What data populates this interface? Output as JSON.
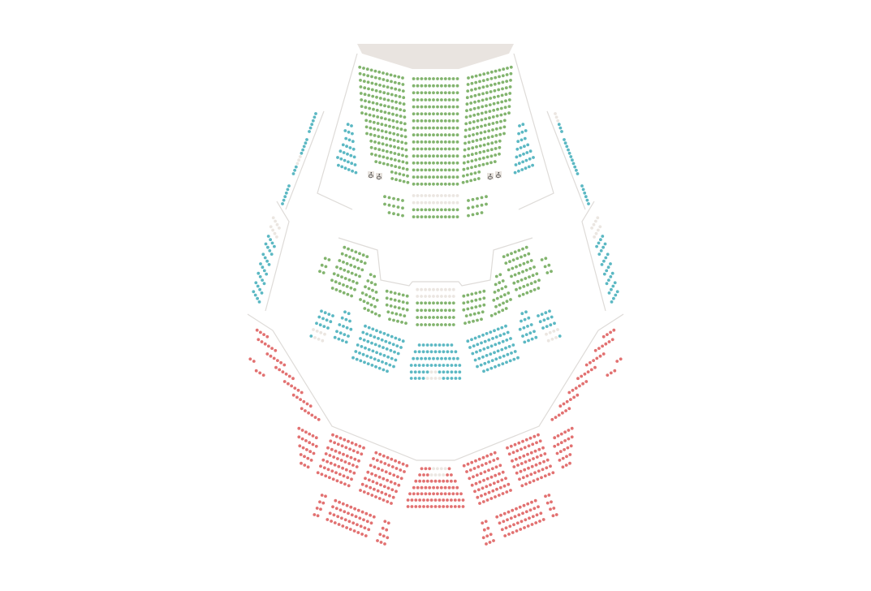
{
  "venue": {
    "stage_label": "",
    "accessible_icon": "wheelchair-icon"
  },
  "categories": {
    "green": {
      "color": "#82b46e"
    },
    "teal": {
      "color": "#5bb8c3"
    },
    "red": {
      "color": "#e27171"
    },
    "unavailable": {
      "color": "#ebe6e1"
    },
    "stage": {
      "color": "#e9e4e0"
    }
  },
  "sections": [
    {
      "id": "stalls-left",
      "side": "left",
      "category": "green",
      "rows": [
        12,
        12,
        12,
        12,
        12,
        12,
        12,
        12,
        11,
        11,
        11,
        10,
        10,
        10,
        9,
        5,
        5
      ]
    },
    {
      "id": "stalls-left",
      "side": "right",
      "category": "green",
      "rows": [
        12,
        12,
        12,
        12,
        12,
        12,
        12,
        12,
        11,
        11,
        11,
        10,
        10,
        10,
        9,
        5,
        5
      ]
    },
    {
      "id": "stalls-center",
      "side": "center",
      "category": "green",
      "rows": [
        12,
        12,
        12,
        12,
        12,
        12,
        12,
        12,
        12,
        12,
        12,
        12,
        12,
        12,
        12,
        12
      ]
    },
    {
      "id": "stalls-lower-center",
      "side": "center",
      "category": "green",
      "rows": [
        12,
        12,
        12,
        12
      ],
      "unavailable_rows": [
        0,
        1
      ]
    },
    {
      "id": "stalls-lower-side",
      "side": "left",
      "category": "green",
      "rows": [
        5,
        5,
        4
      ]
    },
    {
      "id": "stalls-lower-side",
      "side": "right",
      "category": "green",
      "rows": [
        5,
        5,
        4
      ]
    },
    {
      "id": "box",
      "side": "left",
      "category": "teal",
      "rows": [
        2,
        3,
        3,
        4,
        5,
        6,
        6
      ]
    },
    {
      "id": "box",
      "side": "right",
      "category": "teal",
      "rows": [
        2,
        3,
        3,
        4,
        5,
        6,
        6
      ]
    },
    {
      "id": "gallery-upper-a",
      "side": "left",
      "category": "teal",
      "rows": [
        6
      ]
    },
    {
      "id": "gallery-upper-a",
      "side": "right",
      "category": "teal",
      "rows": [
        6
      ],
      "unavailable": [
        [
          0,
          0
        ],
        [
          0,
          1
        ],
        [
          0,
          2
        ]
      ]
    },
    {
      "id": "gallery-upper-b",
      "side": "left",
      "category": "teal",
      "rows": [
        11
      ],
      "unavailable": [
        [
          0,
          5
        ],
        [
          0,
          6
        ],
        [
          0,
          7
        ]
      ]
    },
    {
      "id": "gallery-upper-b",
      "side": "right",
      "category": "teal",
      "rows": [
        11
      ]
    },
    {
      "id": "gallery-upper-c",
      "side": "left",
      "category": "teal",
      "rows": [
        6
      ]
    },
    {
      "id": "gallery-upper-c",
      "side": "right",
      "category": "teal",
      "rows": [
        6
      ]
    },
    {
      "id": "gallery-lower",
      "side": "left",
      "category": "teal",
      "rows": [
        4,
        4,
        4,
        4,
        4,
        4,
        4,
        4,
        4
      ],
      "unavailable_rows": [
        0,
        1
      ]
    },
    {
      "id": "gallery-lower",
      "side": "right",
      "category": "teal",
      "rows": [
        4,
        4,
        4,
        4,
        4,
        4,
        4,
        4,
        4
      ],
      "unavailable_rows": [
        0,
        1
      ]
    },
    {
      "id": "mid-small",
      "side": "left",
      "category": "green",
      "rows": [
        2,
        2,
        2
      ]
    },
    {
      "id": "mid-small",
      "side": "right",
      "category": "green",
      "rows": [
        2,
        2,
        2
      ]
    },
    {
      "id": "mid-a",
      "side": "left",
      "category": "green",
      "rows": [
        7,
        7,
        7,
        7,
        7,
        7,
        6
      ]
    },
    {
      "id": "mid-a",
      "side": "right",
      "category": "green",
      "rows": [
        7,
        7,
        7,
        7,
        7,
        7,
        6
      ]
    },
    {
      "id": "mid-b",
      "side": "left",
      "category": "green",
      "rows": [
        2,
        3,
        4,
        5,
        5,
        5
      ]
    },
    {
      "id": "mid-b",
      "side": "right",
      "category": "green",
      "rows": [
        2,
        3,
        4,
        5,
        5,
        5
      ]
    },
    {
      "id": "mid-c",
      "side": "left",
      "category": "green",
      "rows": [
        6,
        6,
        6,
        5,
        5
      ]
    },
    {
      "id": "mid-c",
      "side": "right",
      "category": "green",
      "rows": [
        6,
        6,
        6,
        5,
        5
      ]
    },
    {
      "id": "mid-center",
      "side": "center",
      "category": "green",
      "rows": [
        10,
        10,
        10,
        10,
        10,
        10
      ],
      "unavailable_rows": [
        0,
        1
      ]
    },
    {
      "id": "teal-far",
      "side": "left",
      "category": "teal",
      "rows": [
        4,
        4,
        4,
        4,
        4
      ],
      "unavailable": [
        [
          3,
          0
        ],
        [
          3,
          1
        ],
        [
          3,
          2
        ],
        [
          3,
          3
        ],
        [
          4,
          1
        ],
        [
          4,
          2
        ],
        [
          4,
          3
        ]
      ]
    },
    {
      "id": "teal-far",
      "side": "right",
      "category": "teal",
      "rows": [
        4,
        4,
        4,
        4,
        4
      ],
      "unavailable": [
        [
          3,
          0
        ],
        [
          3,
          1
        ],
        [
          3,
          2
        ],
        [
          3,
          3
        ],
        [
          4,
          1
        ],
        [
          4,
          2
        ],
        [
          4,
          3
        ]
      ]
    },
    {
      "id": "teal-small",
      "side": "left",
      "category": "teal",
      "rows": [
        2,
        3,
        4,
        4,
        4
      ]
    },
    {
      "id": "teal-small",
      "side": "right",
      "category": "teal",
      "rows": [
        2,
        3,
        4,
        4,
        4
      ]
    },
    {
      "id": "teal-big",
      "side": "left",
      "category": "teal",
      "rows": [
        11,
        11,
        11,
        11,
        11,
        10
      ]
    },
    {
      "id": "teal-big",
      "side": "right",
      "category": "teal",
      "rows": [
        11,
        11,
        11,
        11,
        11,
        10
      ]
    },
    {
      "id": "teal-center",
      "side": "center",
      "category": "teal",
      "rows": [
        9,
        11,
        12,
        13,
        13,
        13
      ],
      "unavailable": [
        [
          4,
          5
        ],
        [
          4,
          6
        ],
        [
          5,
          4
        ],
        [
          5,
          5
        ],
        [
          5,
          6
        ],
        [
          5,
          7
        ]
      ]
    },
    {
      "id": "red-top",
      "side": "left",
      "category": "red",
      "rows": [
        4,
        6,
        6,
        6,
        6,
        6,
        6
      ]
    },
    {
      "id": "red-top",
      "side": "right",
      "category": "red",
      "rows": [
        4,
        6,
        6,
        6,
        6,
        6,
        6
      ]
    },
    {
      "id": "red-far",
      "side": "left",
      "category": "red",
      "rows": [
        2,
        3
      ]
    },
    {
      "id": "red-far",
      "side": "right",
      "category": "red",
      "rows": [
        2,
        3
      ]
    },
    {
      "id": "red-tier2",
      "side": "left",
      "category": "red",
      "rows": [
        6,
        6,
        5,
        4,
        3
      ]
    },
    {
      "id": "red-tier2",
      "side": "right",
      "category": "red",
      "rows": [
        6,
        6,
        5,
        4,
        3
      ]
    },
    {
      "id": "red-block-a",
      "side": "left",
      "category": "red",
      "rows": [
        9,
        9,
        9,
        9,
        9,
        9,
        9
      ]
    },
    {
      "id": "red-block-a",
      "side": "right",
      "category": "red",
      "rows": [
        9,
        9,
        9,
        9,
        9,
        9,
        9
      ]
    },
    {
      "id": "red-block-b",
      "side": "left",
      "category": "red",
      "rows": [
        9,
        9,
        9,
        9,
        9,
        9,
        9
      ]
    },
    {
      "id": "red-block-b",
      "side": "right",
      "category": "red",
      "rows": [
        9,
        9,
        9,
        9,
        9,
        9,
        9
      ]
    },
    {
      "id": "red-center",
      "side": "center",
      "category": "red",
      "rows": [
        8,
        9,
        11,
        12,
        14,
        15,
        15
      ],
      "unavailable": [
        [
          0,
          3
        ],
        [
          0,
          4
        ],
        [
          0,
          5
        ],
        [
          0,
          6
        ],
        [
          1,
          3
        ],
        [
          1,
          4
        ],
        [
          1,
          5
        ],
        [
          1,
          6
        ]
      ]
    },
    {
      "id": "red-bottom-pairs",
      "side": "left",
      "category": "red",
      "rows": [
        2,
        2,
        2,
        2
      ]
    },
    {
      "id": "red-bottom-pairs",
      "side": "right",
      "category": "red",
      "rows": [
        2,
        2,
        2,
        2
      ]
    },
    {
      "id": "red-bottom-block",
      "side": "left",
      "category": "red",
      "rows": [
        11,
        11,
        11,
        11
      ]
    },
    {
      "id": "red-bottom-block",
      "side": "right",
      "category": "red",
      "rows": [
        11,
        11,
        11,
        11
      ]
    },
    {
      "id": "red-bottom-small",
      "side": "left",
      "category": "red",
      "rows": [
        2,
        2,
        3,
        3
      ]
    },
    {
      "id": "red-bottom-small",
      "side": "right",
      "category": "red",
      "rows": [
        2,
        2,
        3,
        3
      ]
    }
  ]
}
